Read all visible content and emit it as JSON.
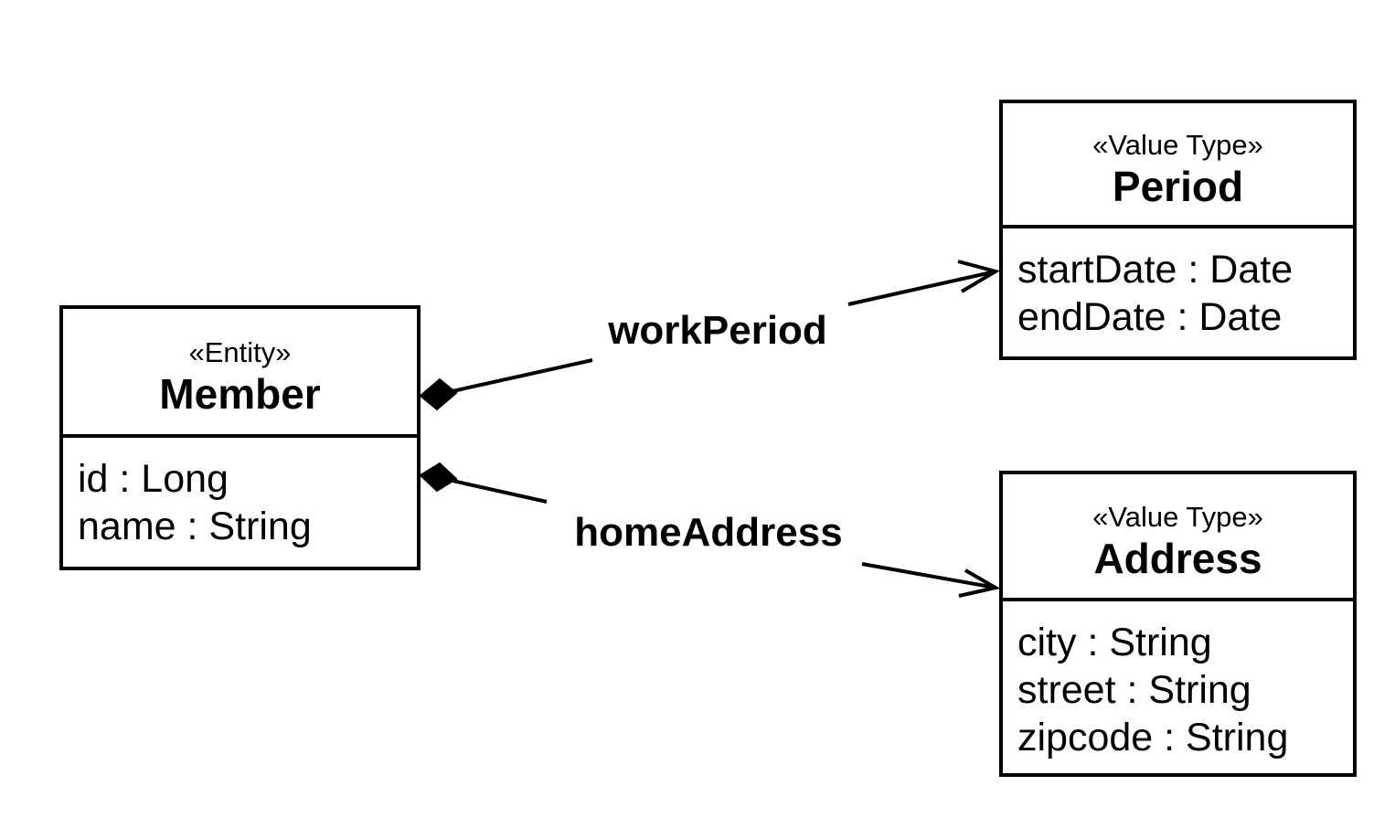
{
  "diagram": {
    "background_color": "#ffffff",
    "stroke_color": "#000000",
    "classes": [
      {
        "stereotype": "«Entity»",
        "name": "Member",
        "attributes": [
          "id : Long",
          "name : String"
        ]
      },
      {
        "stereotype": "«Value Type»",
        "name": "Period",
        "attributes": [
          "startDate : Date",
          "endDate : Date"
        ]
      },
      {
        "stereotype": "«Value Type»",
        "name": "Address",
        "attributes": [
          "city : String",
          "street : String",
          "zipcode : String"
        ]
      }
    ],
    "relations": [
      {
        "label": "workPeriod",
        "from": "Member",
        "to": "Period",
        "type": "composition",
        "diamond_end": "Member",
        "arrow_end": "Period"
      },
      {
        "label": "homeAddress",
        "from": "Member",
        "to": "Address",
        "type": "composition",
        "diamond_end": "Member",
        "arrow_end": "Address"
      }
    ]
  }
}
